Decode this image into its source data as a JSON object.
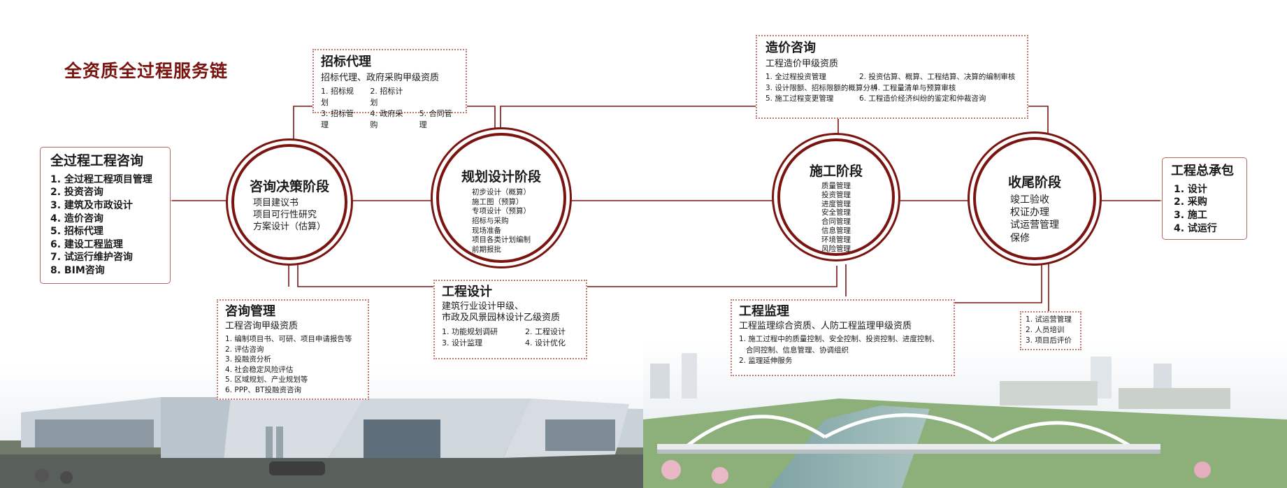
{
  "title": "全资质全过程服务链",
  "colors": {
    "accent": "#7a1410",
    "dotted_border": "#c47a70"
  },
  "left_box": {
    "title": "全过程工程咨询",
    "items": [
      "1. 全过程工程项目管理",
      "2. 投资咨询",
      "3. 建筑及市政设计",
      "4. 造价咨询",
      "5. 招标代理",
      "6. 建设工程监理",
      "7. 试运行维护咨询",
      "8. BIM咨询"
    ]
  },
  "right_box": {
    "title": "工程总承包",
    "items": [
      "1. 设计",
      "2. 采购",
      "3. 施工",
      "4. 试运行"
    ]
  },
  "stages": [
    {
      "title": "咨询决策阶段",
      "items": [
        "项目建议书",
        "项目可行性研究",
        "方案设计（估算）"
      ]
    },
    {
      "title": "规划设计阶段",
      "items": [
        "初步设计（概算）",
        "施工图（预算）",
        "专项设计（预算）",
        "招标与采购",
        "现场准备",
        "项目各类计划编制",
        "前期报批"
      ]
    },
    {
      "title": "施工阶段",
      "items": [
        "质量管理",
        "投资管理",
        "进度管理",
        "安全管理",
        "合同管理",
        "信息管理",
        "环境管理",
        "风险管理"
      ]
    },
    {
      "title": "收尾阶段",
      "items": [
        "竣工验收",
        "权证办理",
        "试运营管理",
        "保修"
      ]
    }
  ],
  "bidding": {
    "title": "招标代理",
    "qualification": "招标代理、政府采购甲级资质",
    "items": [
      "1. 招标规划",
      "2. 招标计划",
      "3. 招标管理",
      "4. 政府采购",
      "5. 合同管理"
    ]
  },
  "cost": {
    "title": "造价咨询",
    "qualification": "工程造价甲级资质",
    "items": [
      "1. 全过程投资管理",
      "2. 投资估算、概算、工程结算、决算的编制审核",
      "3. 设计限额、招标限额的概算分析",
      "4. 工程量清单与预算审核",
      "5. 施工过程变更管理",
      "6. 工程造价经济纠纷的鉴定和仲裁咨询"
    ]
  },
  "consulting": {
    "title": "咨询管理",
    "qualification": "工程咨询甲级资质",
    "items": [
      "1. 编制项目书、可研、项目申请报告等",
      "2. 评估咨询",
      "3. 投融资分析",
      "4. 社会稳定风险评估",
      "5. 区域规划、产业规划等",
      "6. PPP、BT投融资咨询"
    ]
  },
  "design": {
    "title": "工程设计",
    "qualification_1": "建筑行业设计甲级、",
    "qualification_2": "市政及风景园林设计乙级资质",
    "items": [
      "1. 功能规划调研",
      "2. 工程设计",
      "3. 设计监理",
      "4. 设计优化"
    ]
  },
  "supervision": {
    "title": "工程监理",
    "qualification": "工程监理综合资质、人防工程监理甲级资质",
    "item_1_line_1": "1. 施工过程中的质量控制、安全控制、投资控制、进度控制、",
    "item_1_line_2": "合同控制、信息管理、协调组织",
    "item_2": "2. 监理延伸服务"
  },
  "trial": {
    "items": [
      "1. 试运营管理",
      "2. 人员培训",
      "3. 项目后评价"
    ]
  }
}
